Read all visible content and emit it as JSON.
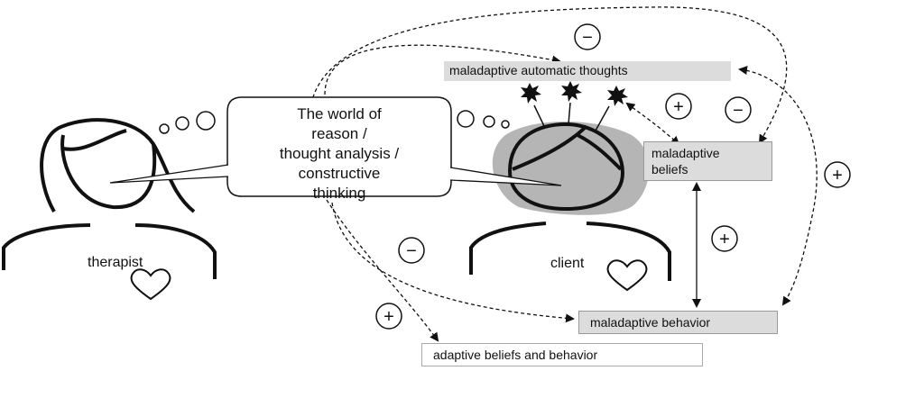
{
  "speech_bubble": {
    "lines": [
      "The world of",
      "reason /",
      "thought analysis /",
      "constructive",
      "thinking"
    ]
  },
  "people": {
    "therapist_label": "therapist",
    "client_label": "client"
  },
  "boxes": {
    "automatic_thoughts": "maladaptive automatic thoughts",
    "beliefs_line1": "maladaptive",
    "beliefs_line2": "beliefs",
    "behavior": "maladaptive behavior",
    "adaptive": "adaptive beliefs and behavior"
  },
  "signs": {
    "minus": "−",
    "plus": "+"
  },
  "colors": {
    "box_fill": "#dcdcdc",
    "halo": "#b5b5b5",
    "line": "#111111"
  }
}
